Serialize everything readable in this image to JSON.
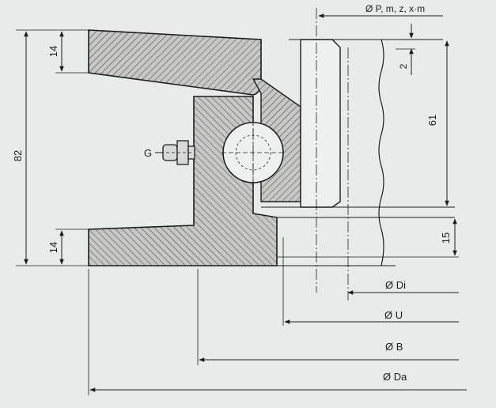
{
  "labels": {
    "gear_spec": "Ø P, m, z, x·m",
    "lubrication_fitting": "G",
    "dia_inner": "Ø Di",
    "dia_u": "Ø U",
    "dia_b": "Ø B",
    "dia_outer": "Ø Da"
  },
  "dimensions": {
    "overall_height": "82",
    "upper_flange": "14",
    "lower_flange": "14",
    "gear_width": "61",
    "gear_offset": "2",
    "lower_gap": "15"
  },
  "colors": {
    "paper": "#e9ebea",
    "ink": "#1c1c1c",
    "section_fill": "#c7c8c6"
  }
}
